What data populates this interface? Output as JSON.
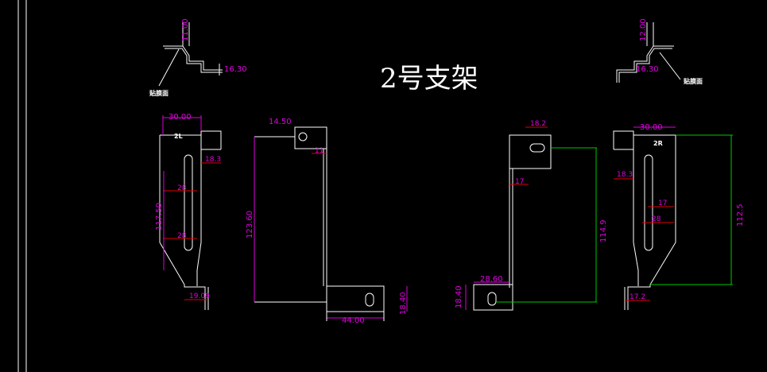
{
  "title": "2号支架",
  "callouts": {
    "tiemian_left": "贴膜面",
    "tiemian_right": "贴膜面",
    "part_left": "2L",
    "part_right": "2R"
  },
  "dims": {
    "tl_11": "11.00",
    "tl_1630": "16.30",
    "tr_12": "12.00",
    "tr_1630": "16.30",
    "v1_30": "30.00",
    "v1_183": "18.3",
    "v1_28a": "28",
    "v1_28b": "28",
    "v1_1175": "117.50",
    "v1_1909": "19.09",
    "v2_1450": "14.50",
    "v2_11": "11",
    "v2_1236": "123.60",
    "v2_44": "44.00",
    "v2_184": "18.40",
    "v3_182": "18.2",
    "v3_17": "17",
    "v3_1149": "114.9",
    "v3_286": "28.60",
    "v3_184": "18.40",
    "v4_30": "30.00",
    "v4_183": "18.3",
    "v4_17": "17",
    "v4_28": "28",
    "v4_1125": "112.5",
    "v4_172": "17.2"
  }
}
